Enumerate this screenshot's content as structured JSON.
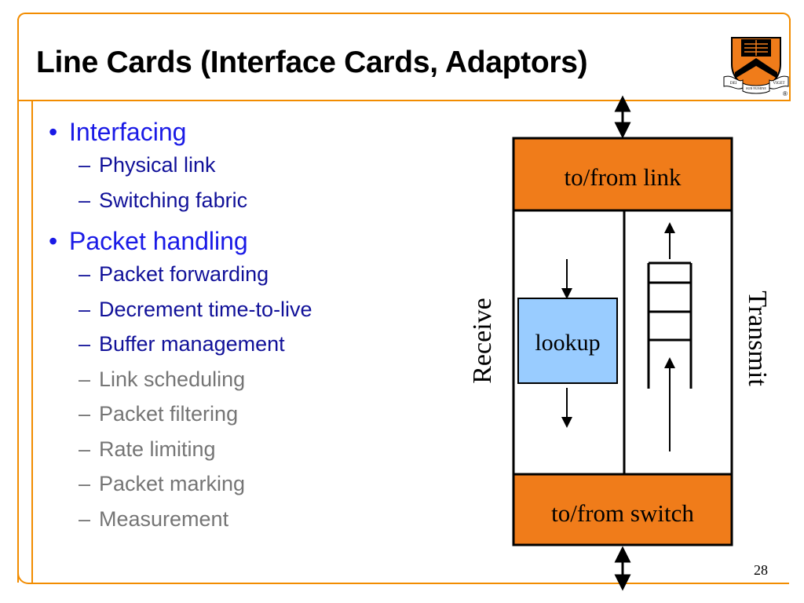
{
  "slide": {
    "title": "Line Cards (Interface Cards, Adaptors)",
    "page_number": "28"
  },
  "bullets": [
    {
      "label": "Interfacing",
      "sub": [
        {
          "label": "Physical link",
          "style": "dark"
        },
        {
          "label": "Switching fabric",
          "style": "dark"
        }
      ]
    },
    {
      "label": "Packet handling",
      "sub": [
        {
          "label": "Packet forwarding",
          "style": "dark"
        },
        {
          "label": "Decrement time-to-live",
          "style": "dark"
        },
        {
          "label": "Buffer management",
          "style": "dark"
        },
        {
          "label": "Link scheduling",
          "style": "gray"
        },
        {
          "label": "Packet filtering",
          "style": "gray"
        },
        {
          "label": "Rate limiting",
          "style": "gray"
        },
        {
          "label": "Packet marking",
          "style": "gray"
        },
        {
          "label": "Measurement",
          "style": "gray"
        }
      ]
    }
  ],
  "bullet_glyph": "•",
  "dash_glyph": "–",
  "diagram": {
    "top_box": "to/from link",
    "bottom_box": "to/from switch",
    "lookup": "lookup",
    "receive": "Receive",
    "transmit": "Transmit"
  },
  "crest": {
    "motto_left": "DEI",
    "motto_middle": "SUB NUMINE",
    "motto_right": "VIGET",
    "registered": "®"
  },
  "colors": {
    "accent_orange": "#f28c00",
    "box_orange": "#f07c1a",
    "lookup_blue": "#99ccff",
    "bullet_blue": "#1a1ae6",
    "sub_dark": "#111199",
    "sub_gray": "#757575"
  }
}
